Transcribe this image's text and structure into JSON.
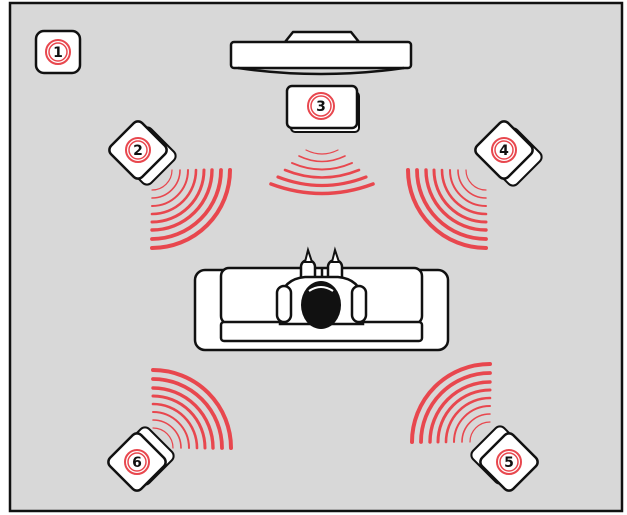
{
  "colors": {
    "room_fill": "#d8d8d8",
    "outline": "#111111",
    "speaker_fill": "#ffffff",
    "wave": "#e8474e",
    "listener": "#111111"
  },
  "markers": {
    "m1": "1",
    "m2": "2",
    "m3": "3",
    "m4": "4",
    "m5": "5",
    "m6": "6"
  },
  "icons": [
    "tv-icon",
    "speaker-icon",
    "sound-wave-icon",
    "sofa-icon",
    "listener-icon"
  ]
}
